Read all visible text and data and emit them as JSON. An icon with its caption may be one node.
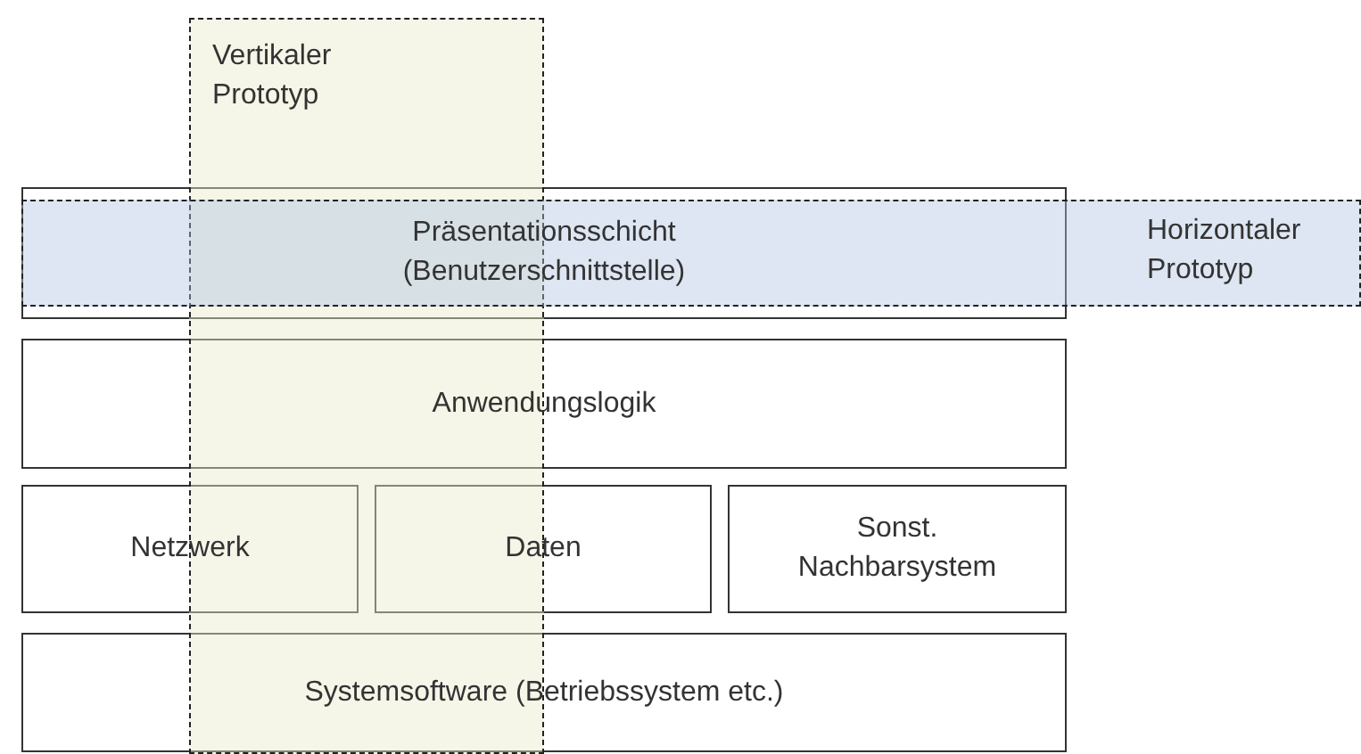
{
  "diagram": {
    "nodes": [
      {
        "text": [
          "Vertikaler Prototyp"
        ]
      },
      {
        "text": [
          "Präsentationsschicht (Benutzerschnittstelle)"
        ]
      },
      {
        "text": [
          "Horizontaler Prototyp"
        ]
      },
      {
        "text": [
          "Anwendungslogik"
        ]
      },
      {
        "text": [
          "Netzwerk"
        ]
      },
      {
        "text": [
          "Daten"
        ]
      },
      {
        "text": [
          "Sonst. Nachbarsystem"
        ]
      },
      {
        "text": [
          "Systemsoftware (Betriebssystem etc.)"
        ]
      }
    ]
  }
}
